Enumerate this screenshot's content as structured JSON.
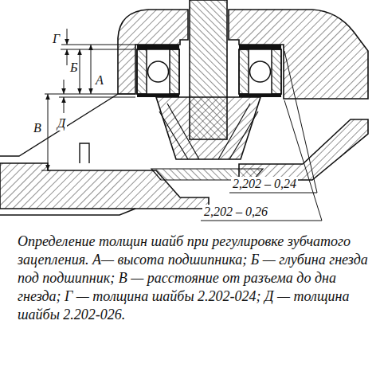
{
  "diagram": {
    "caption": "Определение толщин шайб при регулировке зубчатого зацепления. А— высота подшипника; Б — глубина гнезда под подшипник; В — расстояние от разъема до дна гнезда; Г — толщина шайбы 2.202-024; Д — толщина шайбы 2.202-026.",
    "labels": [
      "Г",
      "Б",
      "А",
      "В",
      "Д",
      "2,202 – 0,24",
      "2,202 – 0,26"
    ]
  }
}
